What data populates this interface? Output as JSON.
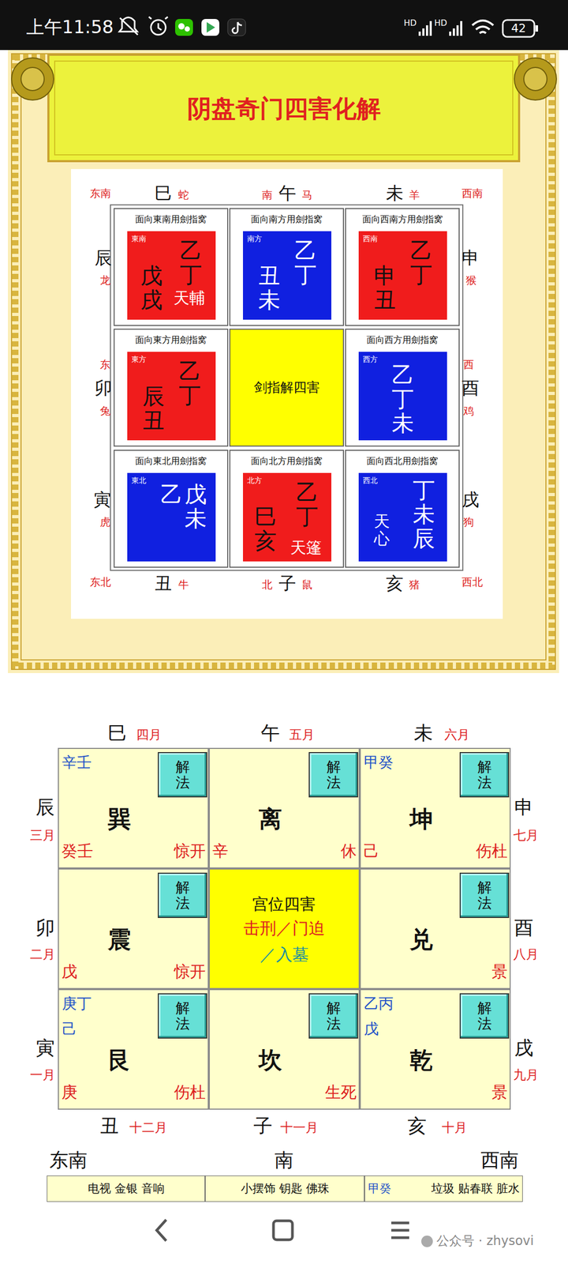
{
  "diagram": {
    "title": "阴盘奇门四害化解",
    "nodes": [
      {
        "text": [
          "面向東南用劍指窝"
        ]
      },
      {
        "text": [
          "東南",
          "乙丁",
          "戊戌",
          "天輔"
        ],
        "in": 0
      },
      {
        "text": [
          "面向南方用劍指窝"
        ]
      },
      {
        "text": [
          "南方",
          "乙丁",
          "丑未"
        ],
        "in": 2
      },
      {
        "text": [
          "面向西南方用劍指窝"
        ]
      },
      {
        "text": [
          "西南",
          "乙丁",
          "申丑"
        ],
        "in": 4
      },
      {
        "text": [
          "面向東方用劍指窝"
        ]
      },
      {
        "text": [
          "東方",
          "乙丁",
          "辰丑"
        ],
        "in": 6
      },
      {
        "text": [
          "剑指解四害"
        ]
      },
      {
        "text": [
          "面向西方用劍指窝"
        ]
      },
      {
        "text": [
          "西方",
          "乙丁未"
        ],
        "in": 9
      },
      {
        "text": [
          "面向東北用劍指窝"
        ]
      },
      {
        "text": [
          "東北",
          "乙",
          "戊未"
        ],
        "in": 11
      },
      {
        "text": [
          "面向北方用劍指窝"
        ]
      },
      {
        "text": [
          "北方",
          "乙丁",
          "巳亥",
          "天篷"
        ],
        "in": 13
      },
      {
        "text": [
          "面向西北用劍指窝"
        ]
      },
      {
        "text": [
          "西北",
          "丁未辰",
          "天心"
        ],
        "in": 15
      },
      {
        "text": [
          "辛壬",
          "巽",
          "癸壬",
          "惊开"
        ]
      },
      {
        "text": [
          "解法"
        ],
        "in": 17
      },
      {
        "text": [
          "离",
          "辛",
          "休"
        ]
      },
      {
        "text": [
          "解法"
        ],
        "in": 19
      },
      {
        "text": [
          "甲癸",
          "坤",
          "己",
          "伤杜"
        ]
      },
      {
        "text": [
          "解法"
        ],
        "in": 21
      },
      {
        "text": [
          "震",
          "戊",
          "惊开"
        ]
      },
      {
        "text": [
          "解法"
        ],
        "in": 23
      },
      {
        "text": [
          "宫位四害",
          "击刑／门迫",
          "／入墓"
        ]
      },
      {
        "text": [
          "兑",
          "景"
        ]
      },
      {
        "text": [
          "解法"
        ],
        "in": 26
      },
      {
        "text": [
          "庚丁 己",
          "艮",
          "庚",
          "伤杜"
        ]
      },
      {
        "text": [
          "解法"
        ],
        "in": 28
      },
      {
        "text": [
          "坎",
          "生死"
        ]
      },
      {
        "text": [
          "解法"
        ],
        "in": 30
      },
      {
        "text": [
          "乙丙 戊",
          "乾",
          "景"
        ]
      },
      {
        "text": [
          "解法"
        ],
        "in": 32
      },
      {
        "text": [
          "电视 金银 音响"
        ]
      },
      {
        "text": [
          "小摆饰 钥匙 佛珠"
        ]
      },
      {
        "text": [
          "甲癸",
          "垃圾 贴春联 脏水"
        ]
      }
    ],
    "labels": [
      "上午11:58",
      "HD",
      "HD",
      "42",
      "东南",
      "巳",
      "蛇",
      "南",
      "午",
      "马",
      "未",
      "羊",
      "西南",
      "辰",
      "龙",
      "申",
      "猴",
      "东",
      "卯",
      "兔",
      "西",
      "酉",
      "鸡",
      "寅",
      "虎",
      "戌",
      "狗",
      "东北",
      "丑",
      "牛",
      "北",
      "子",
      "鼠",
      "亥",
      "猪",
      "西北",
      "巳",
      "四月",
      "午",
      "五月",
      "未",
      "六月",
      "辰",
      "三月",
      "申",
      "七月",
      "卯",
      "二月",
      "酉",
      "八月",
      "寅",
      "一月",
      "戌",
      "九月",
      "丑",
      "十二月",
      "子",
      "十一月",
      "亥",
      "十月",
      "东南",
      "南",
      "西南",
      "公众号 · zhysovi"
    ]
  }
}
